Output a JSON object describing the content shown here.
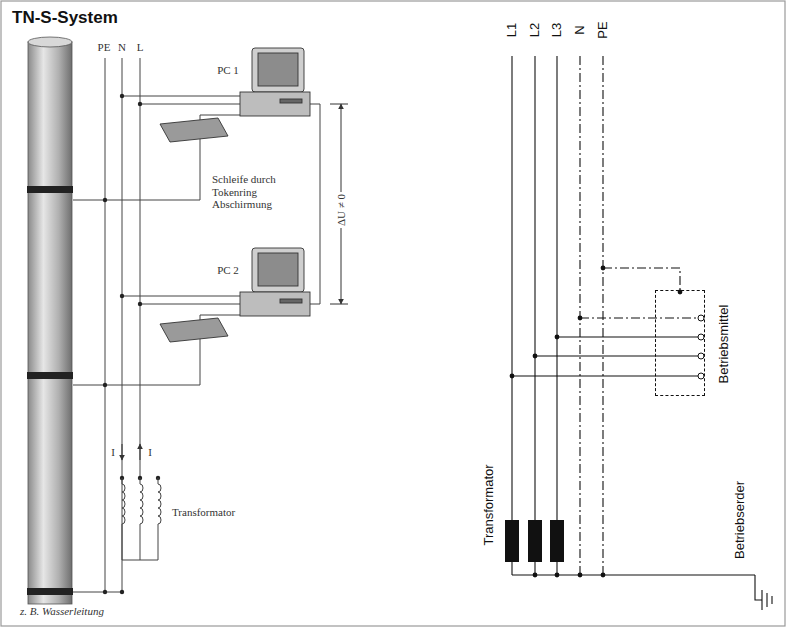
{
  "diagram": {
    "title": "TN-S-System",
    "nodes": [
      {
        "text": [
          "Betriebsmittel"
        ]
      }
    ],
    "labels": [
      "PE",
      "N",
      "L",
      "PC 1",
      "Schleife durch Tokenring Abschirmung",
      "ΔU ≠ 0",
      "PC 2",
      "I",
      "I",
      "Transformator",
      "z. B. Wasserleitung",
      "L1",
      "L2",
      "L3",
      "N",
      "PE",
      "Transformator",
      "Betriebserder"
    ]
  }
}
